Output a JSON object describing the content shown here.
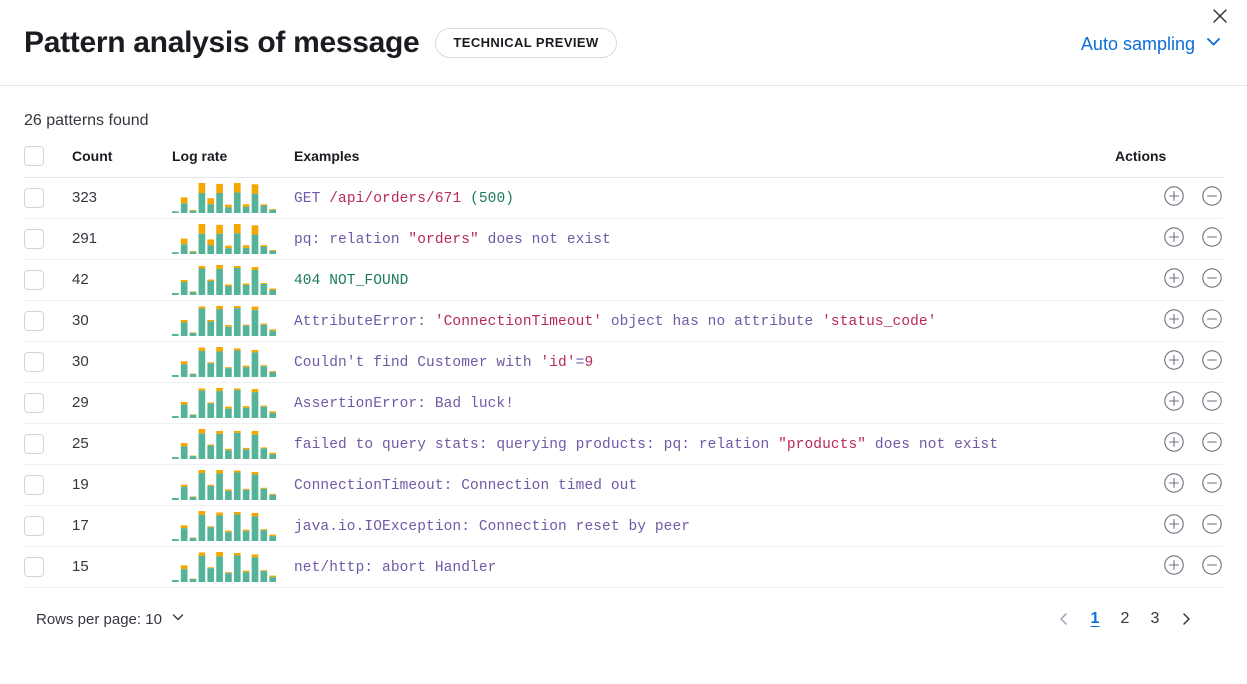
{
  "header": {
    "title": "Pattern analysis of message",
    "badge": "TECHNICAL PREVIEW",
    "sampling_label": "Auto sampling",
    "chevron_icon": "chevron-down-icon",
    "close_icon": "close-icon",
    "accent_color": "#0a6edb"
  },
  "summary": {
    "patterns_found": "26 patterns found"
  },
  "table": {
    "columns": {
      "select": "",
      "count": "Count",
      "log_rate": "Log rate",
      "examples": "Examples",
      "actions": "Actions"
    },
    "action_icons": {
      "filter_for": "plus-circle-icon",
      "filter_out": "minus-circle-icon"
    },
    "spark_colors": {
      "base": "#54b399",
      "top": "#f5a700"
    },
    "rows": [
      {
        "count": "323",
        "example_tokens": [
          {
            "t": "GET ",
            "c": "default"
          },
          {
            "t": "/api/orders/671",
            "c": "str"
          },
          {
            "t": " ",
            "c": "default"
          },
          {
            "t": "(500)",
            "c": "num"
          }
        ],
        "sparkline": {
          "base": [
            4,
            22,
            5,
            46,
            20,
            46,
            13,
            47,
            14,
            44,
            17,
            7
          ],
          "top": [
            0,
            14,
            2,
            23,
            14,
            21,
            6,
            22,
            6,
            22,
            3,
            2
          ]
        }
      },
      {
        "count": "291",
        "example_tokens": [
          {
            "t": "pq: relation ",
            "c": "default"
          },
          {
            "t": "\"orders\"",
            "c": "str"
          },
          {
            "t": " does not exist",
            "c": "default"
          }
        ],
        "sparkline": {
          "base": [
            4,
            22,
            5,
            46,
            20,
            46,
            13,
            47,
            14,
            44,
            17,
            7
          ],
          "top": [
            0,
            13,
            2,
            22,
            13,
            20,
            6,
            21,
            6,
            21,
            3,
            2
          ]
        }
      },
      {
        "count": "42",
        "example_tokens": [
          {
            "t": "404",
            "c": "num"
          },
          {
            "t": " NOT_FOUND",
            "c": "num"
          }
        ],
        "sparkline": {
          "base": [
            4,
            26,
            6,
            53,
            28,
            52,
            18,
            54,
            20,
            50,
            22,
            10
          ],
          "top": [
            0,
            4,
            1,
            5,
            3,
            8,
            3,
            4,
            3,
            6,
            2,
            3
          ]
        }
      },
      {
        "count": "30",
        "example_tokens": [
          {
            "t": "AttributeError: ",
            "c": "default"
          },
          {
            "t": "'ConnectionTimeout'",
            "c": "str"
          },
          {
            "t": " object has no attribute ",
            "c": "default"
          },
          {
            "t": "'status_code'",
            "c": "str"
          }
        ],
        "sparkline": {
          "base": [
            4,
            26,
            6,
            53,
            28,
            52,
            18,
            54,
            20,
            50,
            22,
            10
          ],
          "top": [
            0,
            5,
            1,
            4,
            3,
            6,
            3,
            4,
            2,
            7,
            2,
            3
          ]
        }
      },
      {
        "count": "30",
        "example_tokens": [
          {
            "t": "Couldn't find Customer with ",
            "c": "default"
          },
          {
            "t": "'id'",
            "c": "str"
          },
          {
            "t": "=",
            "c": "default"
          },
          {
            "t": "9",
            "c": "str"
          }
        ],
        "sparkline": {
          "base": [
            4,
            26,
            6,
            53,
            28,
            52,
            18,
            54,
            20,
            50,
            22,
            10
          ],
          "top": [
            0,
            6,
            1,
            7,
            2,
            9,
            2,
            4,
            3,
            5,
            2,
            2
          ]
        }
      },
      {
        "count": "29",
        "example_tokens": [
          {
            "t": "AssertionError: Bad luck!",
            "c": "default"
          }
        ],
        "sparkline": {
          "base": [
            4,
            26,
            6,
            53,
            28,
            52,
            18,
            54,
            20,
            50,
            22,
            10
          ],
          "top": [
            0,
            5,
            1,
            4,
            2,
            6,
            4,
            3,
            3,
            6,
            2,
            3
          ]
        }
      },
      {
        "count": "25",
        "example_tokens": [
          {
            "t": "failed to query stats: querying products: pq: relation ",
            "c": "default"
          },
          {
            "t": "\"products\"",
            "c": "str"
          },
          {
            "t": " does not exist",
            "c": "default"
          }
        ],
        "sparkline": {
          "base": [
            4,
            26,
            6,
            53,
            28,
            52,
            18,
            54,
            20,
            50,
            22,
            10
          ],
          "top": [
            0,
            7,
            1,
            9,
            2,
            6,
            3,
            4,
            3,
            8,
            2,
            3
          ]
        }
      },
      {
        "count": "19",
        "example_tokens": [
          {
            "t": "ConnectionTimeout: Connection timed out",
            "c": "default"
          }
        ],
        "sparkline": {
          "base": [
            4,
            26,
            6,
            53,
            28,
            52,
            18,
            54,
            20,
            50,
            22,
            10
          ],
          "top": [
            0,
            4,
            1,
            6,
            2,
            7,
            3,
            4,
            2,
            5,
            2,
            2
          ]
        }
      },
      {
        "count": "17",
        "example_tokens": [
          {
            "t": "java.io.IOException: Connection reset by peer",
            "c": "default"
          }
        ],
        "sparkline": {
          "base": [
            4,
            26,
            6,
            53,
            28,
            52,
            18,
            54,
            20,
            50,
            22,
            10
          ],
          "top": [
            0,
            6,
            1,
            8,
            2,
            6,
            3,
            5,
            3,
            7,
            2,
            3
          ]
        }
      },
      {
        "count": "15",
        "example_tokens": [
          {
            "t": "net/http: abort Handler",
            "c": "default"
          }
        ],
        "sparkline": {
          "base": [
            4,
            26,
            6,
            53,
            28,
            52,
            18,
            54,
            20,
            50,
            22,
            10
          ],
          "top": [
            0,
            8,
            1,
            7,
            2,
            9,
            2,
            5,
            3,
            6,
            2,
            3
          ]
        }
      }
    ]
  },
  "footer": {
    "rows_per_page_label": "Rows per page: 10",
    "rows_chevron_icon": "chevron-down-icon",
    "prev_icon": "chevron-left-icon",
    "next_icon": "chevron-right-icon",
    "pages": [
      "1",
      "2",
      "3"
    ],
    "active_page": "1"
  }
}
